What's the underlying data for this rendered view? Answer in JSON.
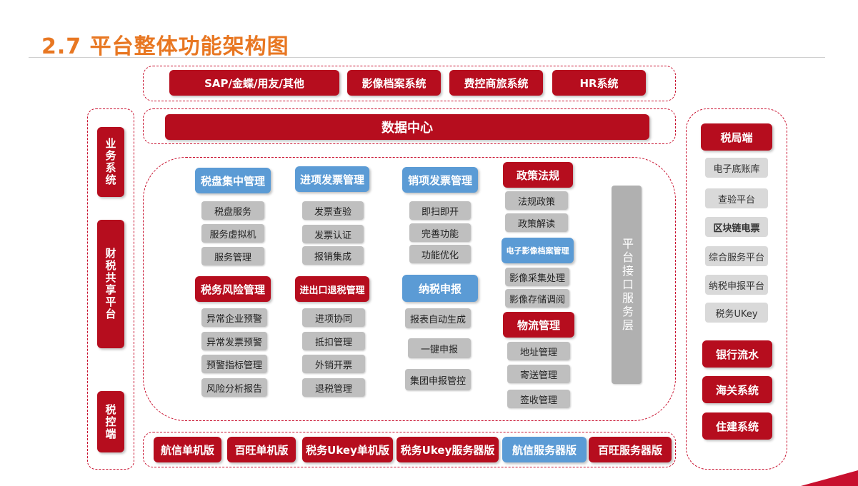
{
  "title": "2.7 平台整体功能架构图",
  "top_systems": [
    "SAP/金蝶/用友/其他",
    "影像档案系统",
    "费控商旅系统",
    "HR系统"
  ],
  "data_center": "数据中心",
  "left_sidebar": [
    "业务系统",
    "财税共享平台",
    "税控端"
  ],
  "modules": {
    "tax_disk": {
      "header": "税盘集中管理",
      "items": [
        "税盘服务",
        "服务虚拟机",
        "服务管理"
      ]
    },
    "input_invoice": {
      "header": "进项发票管理",
      "items": [
        "发票查验",
        "发票认证",
        "报销集成"
      ]
    },
    "output_invoice": {
      "header": "销项发票管理",
      "items": [
        "即扫即开",
        "完善功能",
        "功能优化"
      ]
    },
    "policy": {
      "header": "政策法规",
      "items": [
        "法规政策",
        "政策解读"
      ]
    },
    "e_archive": {
      "header": "电子影像档案管理",
      "items": [
        "影像采集处理",
        "影像存储调阅"
      ]
    },
    "tax_risk": {
      "header": "税务风险管理",
      "items": [
        "异常企业预警",
        "异常发票预警",
        "预警指标管理",
        "风险分析报告"
      ]
    },
    "export_refund": {
      "header": "进出口退税管理",
      "items": [
        "进项协同",
        "抵扣管理",
        "外销开票",
        "退税管理"
      ]
    },
    "tax_filing": {
      "header": "纳税申报",
      "items": [
        "报表自动生成",
        "一键申报",
        "集团申报管控"
      ]
    },
    "logistics": {
      "header": "物流管理",
      "items": [
        "地址管理",
        "寄送管理",
        "签收管理"
      ]
    }
  },
  "interface_layer": "平台接口服务层",
  "bottom_versions": [
    "航信单机版",
    "百旺单机版",
    "税务Ukey单机版",
    "税务Ukey服务器版",
    "航信服务器版",
    "百旺服务器版"
  ],
  "right_panel": {
    "header": "税局端",
    "items": [
      "电子底账库",
      "查验平台",
      "区块链电票",
      "综合服务平台",
      "纳税申报平台",
      "税务UKey"
    ],
    "external": [
      "银行流水",
      "海关系统",
      "住建系统"
    ]
  }
}
